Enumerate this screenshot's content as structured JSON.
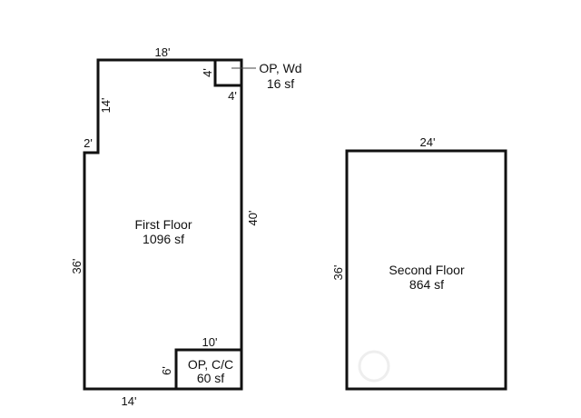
{
  "first_floor": {
    "name": "First Floor",
    "area": "1096 sf",
    "dims": {
      "top": "18'",
      "upper_left": "14'",
      "step": "2'",
      "lower_left": "36'",
      "right": "40'",
      "bottom": "14'"
    }
  },
  "porch_wd": {
    "name": "OP, Wd",
    "area": "16 sf",
    "dims": {
      "side": "4'",
      "bottom": "4'"
    }
  },
  "porch_cc": {
    "name": "OP, C/C",
    "area": "60 sf",
    "dims": {
      "top": "10'",
      "side": "6'"
    }
  },
  "second_floor": {
    "name": "Second Floor",
    "area": "864 sf",
    "dims": {
      "top": "24'",
      "left": "36'"
    }
  }
}
